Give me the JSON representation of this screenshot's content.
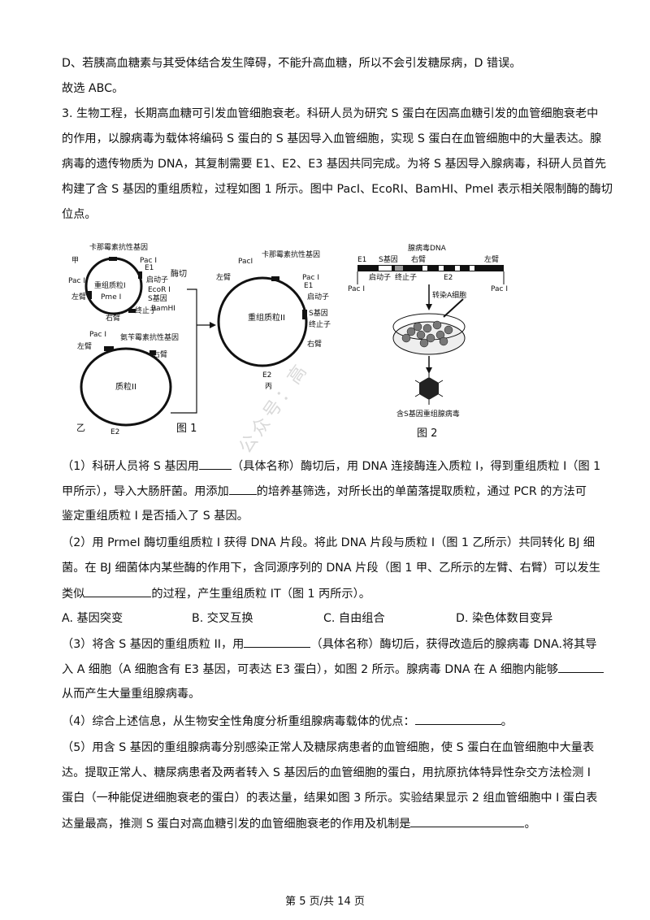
{
  "top": {
    "d_line": "D、若胰高血糖素与其受体结合发生障碍，不能升高血糖，所以不会引发糖尿病，D 错误。",
    "answer": "故选 ABC。"
  },
  "question3": {
    "intro": [
      "3. 生物工程，长期高血糖可引发血管细胞衰老。科研人员为研究 S 蛋白在因高血糖引发的血管细胞衰老中",
      "的作用，以腺病毒为载体将编码 S 蛋白的 S 基因导入血管细胞，实现 S 蛋白在血管细胞中的大量表达。腺",
      "病毒的遗传物质为 DNA，其复制需要 E1、E2、E3 基因共同完成。为将 S 基因导入腺病毒，科研人员首先",
      "构建了含 S 基因的重组质粒，过程如图 1 所示。图中 PacI、EcoRI、BamHI、PmeI 表示相关限制酶的酶切",
      "位点。"
    ]
  },
  "figure1": {
    "caption": "图 1",
    "jia": {
      "label": "甲",
      "kan": "卡那霉素抗性基因",
      "center": "重组质粒I",
      "pme": "Pme I",
      "pac_left": "Pac I",
      "pac_top": "Pac I",
      "e1": "E1",
      "qidongzi": "启动子",
      "ecor": "EcoR I",
      "s_gene": "S基因",
      "bamh": "BamHI",
      "zhongzhizi": "终止子",
      "left_arm": "左臂",
      "right_arm": "右臂"
    },
    "yi": {
      "label": "乙",
      "pac": "Pac I",
      "amp": "氨苄霉素抗性基因",
      "left_arm": "左臂",
      "right_arm": "右臂",
      "center": "质粒II",
      "e2": "E2"
    },
    "arrow_label": "酶切",
    "bing": {
      "label": "丙",
      "pacl": "PacI",
      "kan": "卡那霉素抗性基因",
      "pac_i": "Pac I",
      "e1": "E1",
      "left_arm": "左臂",
      "center": "重组质粒II",
      "qidongzi": "启动子",
      "s_gene": "S基因",
      "zhongzhizi": "终止子",
      "right_arm": "右臂",
      "e2": "E2"
    }
  },
  "figure2": {
    "caption": "图 2",
    "title": "腺病毒DNA",
    "e1": "E1",
    "s_gene": "S基因",
    "right_arm": "右臂",
    "left_arm": "左臂",
    "qidongzi": "启动子",
    "zhongzhizi": "终止子",
    "e2": "E2",
    "pac_left": "Pac I",
    "pac_right": "Pac I",
    "transfect": "转染A细胞",
    "product": "含S基因重组腺病毒"
  },
  "watermark": "公众号：高",
  "q1": [
    "（1）科研人员将 S 基因用",
    "（具体名称）酶切后，用 DNA 连接酶连入质粒 I，得到重组质粒 I（图 1",
    "甲所示），导入大肠肝菌。用添加",
    "的培养基筛选，对所长出的单菌落提取质粒，通过 PCR 的方法可",
    "鉴定重组质粒 I 是否插入了 S 基因。"
  ],
  "q2": [
    "（2）用 PrmeI 酶切重组质粒 I 获得 DNA 片段。将此 DNA 片段与质粒 I（图 1 乙所示）共同转化 BJ 细",
    "菌。在 BJ 细菌体内某些酶的作用下，含同源序列的 DNA 片段（图 1 甲、乙所示的左臂、右臂）可以发生",
    "类似",
    "的过程，产生重组质粒 IT（图 1 丙所示）。"
  ],
  "options": {
    "a": "A. 基因突变",
    "b": "B. 交叉互换",
    "c": "C. 自由组合",
    "d": "D. 染色体数目变异"
  },
  "q3": [
    "（3）将含 S 基因的重组质粒 II，用",
    "（具体名称）酶切后，获得改造后的腺病毒 DNA.将其导",
    "入 A 细胞（A 细胞含有 E3 基因，可表达 E3 蛋白），如图 2 所示。腺病毒 DNA 在 A 细胞内能够",
    "从而产生大量重组腺病毒。"
  ],
  "q4": [
    "（4）综合上述信息，从生物安全性角度分析重组腺病毒载体的优点：",
    "。"
  ],
  "q5": [
    "（5）用含 S 基因的重组腺病毒分别感染正常人及糖尿病患者的血管细胞，使 S 蛋白在血管细胞中大量表",
    "达。提取正常人、糖尿病患者及两者转入 S 基因后的血管细胞的蛋白，用抗原抗体特异性杂交方法检测 I",
    "蛋白（一种能促进细胞衰老的蛋白）的表达量，结果如图 3 所示。实验结果显示 2 组血管细胞中 I 蛋白表",
    "达量最高，推测 S 蛋白对高血糖引发的血管细胞衰老的作用及机制是",
    "。"
  ],
  "footer": "第 5 页/共 14 页"
}
